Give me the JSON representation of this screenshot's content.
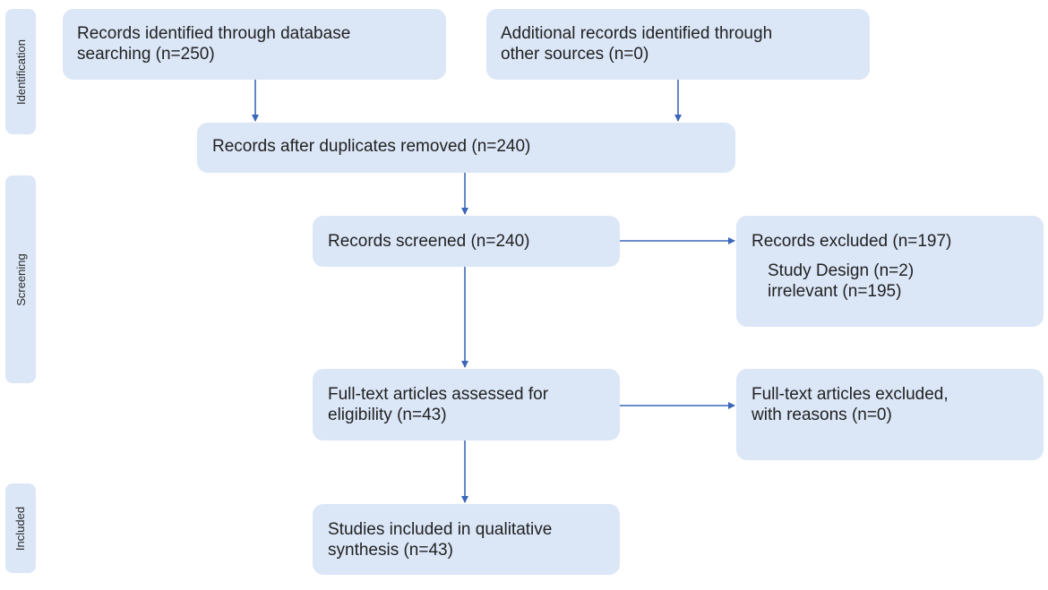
{
  "stages": {
    "identification": "Identification",
    "screening": "Screening",
    "included": "Included"
  },
  "boxes": {
    "database_search": {
      "line1": "Records identified through database",
      "line2": "searching (n=250)"
    },
    "other_sources": {
      "line1": "Additional records identified through",
      "line2": "other sources (n=0)"
    },
    "duplicates_removed": {
      "line1": "Records after duplicates removed (n=240)"
    },
    "screened": {
      "line1": "Records screened (n=240)"
    },
    "excluded": {
      "line1": "Records excluded (n=197)",
      "line2": "Study Design (n=2)",
      "line3": "irrelevant (n=195)"
    },
    "fulltext_assessed": {
      "line1": "Full-text articles assessed for",
      "line2": "eligibility (n=43)"
    },
    "fulltext_excluded": {
      "line1": "Full-text articles excluded,",
      "line2": "with reasons (n=0)"
    },
    "included": {
      "line1": "Studies included in qualitative",
      "line2": "synthesis (n=43)"
    }
  },
  "colors": {
    "box_fill": "#dbe6f7",
    "arrow": "#3a67b8",
    "text": "#222222"
  }
}
